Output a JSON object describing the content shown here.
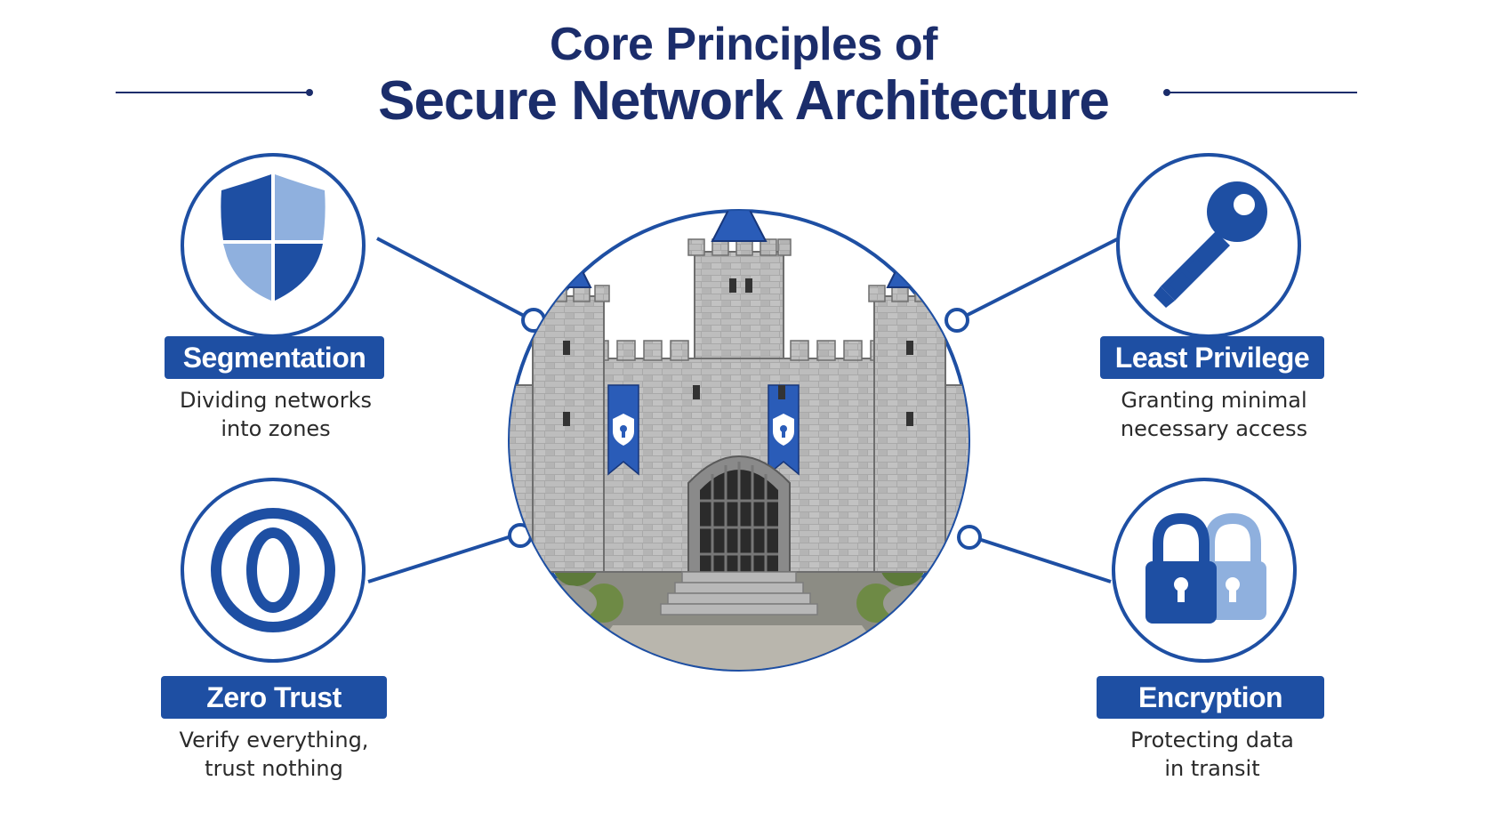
{
  "title": {
    "line1": "Core Principles of",
    "line2": "Secure Network Architecture"
  },
  "principles": {
    "segmentation": {
      "label": "Segmentation",
      "desc_line1": "Dividing networks",
      "desc_line2": "into zones",
      "icon": "shield-icon"
    },
    "zero_trust": {
      "label": "Zero Trust",
      "desc_line1": "Verify everything,",
      "desc_line2": "trust nothing",
      "icon": "zero-icon",
      "icon_text": "0"
    },
    "least_privilege": {
      "label": "Least Privilege",
      "desc_line1": "Granting minimal",
      "desc_line2": "necessary access",
      "icon": "key-icon"
    },
    "encryption": {
      "label": "Encryption",
      "desc_line1": "Protecting data",
      "desc_line2": "in transit",
      "icon": "padlocks-icon"
    }
  },
  "center": {
    "icon": "castle-illustration"
  },
  "colors": {
    "primary": "#1e4fa3",
    "light": "#8fb0de",
    "title": "#1b2d6b"
  }
}
